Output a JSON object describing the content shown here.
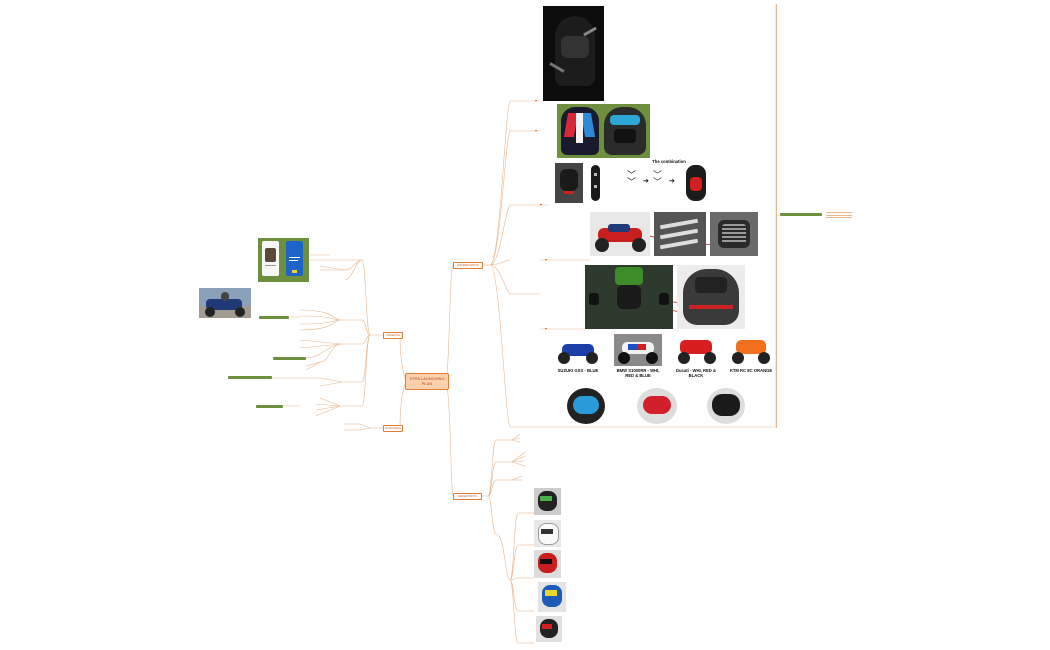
{
  "title": "STP& LAUNCHING PLAN",
  "branches": {
    "differentiation": "DIFFERENTIATION",
    "segmentation": "SEGMENTATION",
    "targeting": "TARGETING",
    "positioning": "POSITIONING"
  },
  "panels": {
    "combination_heading": "The combination"
  },
  "bikes": [
    {
      "caption": "SUZUKI GSX - BLUE"
    },
    {
      "caption": "BMW S1000RR - WHI, RED & BLUE"
    },
    {
      "caption": "Ducati - WHI, RED & BLACK"
    },
    {
      "caption": "KTM RC 8C ORANGE"
    }
  ],
  "colors": {
    "connector": "#e8b891",
    "central_fill": "#fbd0ad",
    "central_border": "#e07b39",
    "green_frame": "#6e8f3d",
    "panel_border": "#e6c9a8"
  }
}
